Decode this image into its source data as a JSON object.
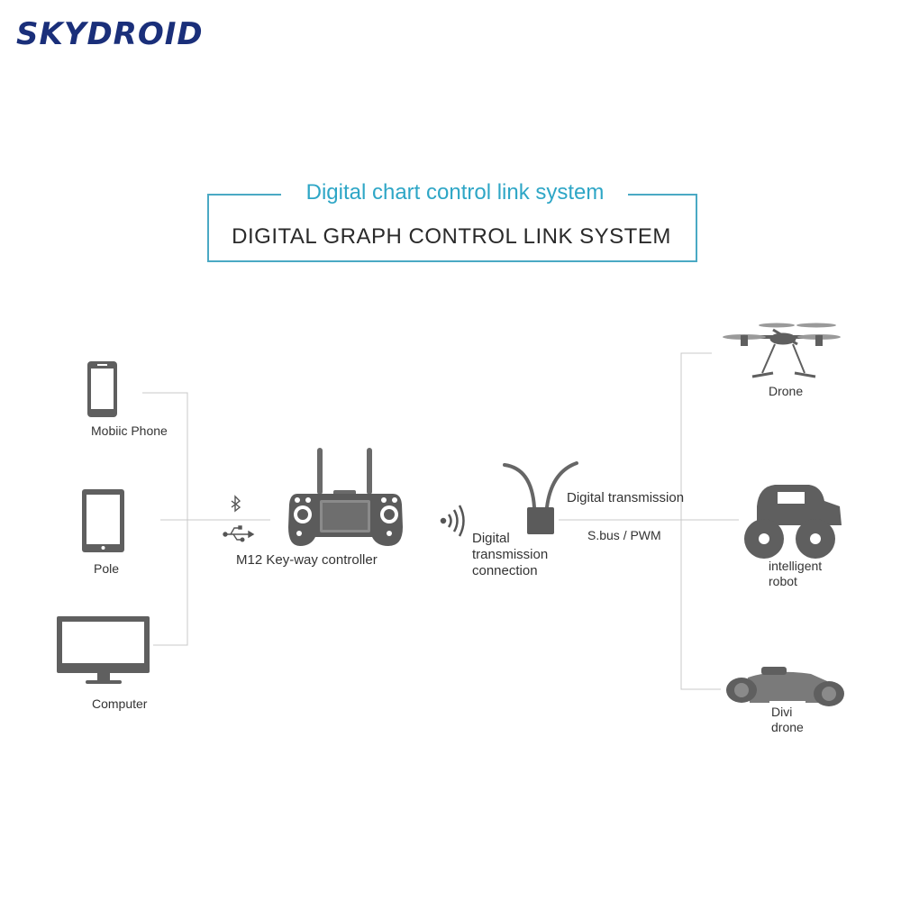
{
  "brand": "SKYDROID",
  "title": {
    "cn": "Digital chart control link system",
    "en": "DIGITAL GRAPH CONTROL LINK SYSTEM"
  },
  "devices": {
    "phone": "Mobiic Phone",
    "pad": "Pole",
    "computer": "Computer"
  },
  "controller": "M12 Key-way controller",
  "receiver": {
    "conn1": "Digital",
    "conn2": "transmission",
    "conn3": "connection"
  },
  "link": {
    "digital": "Digital transmission",
    "sbus": "S.bus / PWM"
  },
  "targets": {
    "drone": "Drone",
    "robot1": "intelligent",
    "robot2": "robot",
    "diving1": "Divi",
    "diving2": "drone"
  },
  "colors": {
    "accent": "#2ea6c6",
    "brand": "#1a2f7a",
    "icon": "#5f5f5f"
  }
}
